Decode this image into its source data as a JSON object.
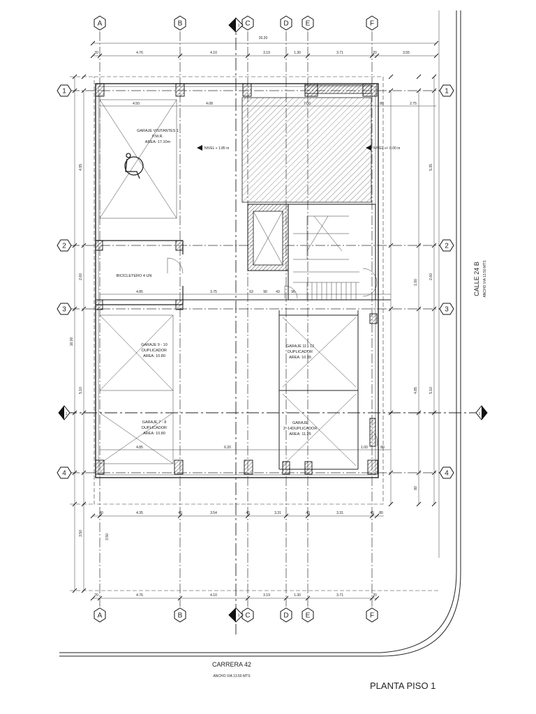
{
  "grid_columns": [
    "A",
    "B",
    "C",
    "D",
    "E",
    "F"
  ],
  "grid_rows": [
    "1",
    "2",
    "3",
    "4"
  ],
  "section_marker": "1",
  "dims": {
    "overall_top": "20.20",
    "top_chain": [
      "20",
      "4.76",
      "4.10",
      "3.19",
      "1.30",
      "3.71",
      "20",
      "3.55"
    ],
    "bottom_top_chain": [
      "40",
      "4.35",
      "40",
      "3.54",
      "40",
      "3.31",
      "40",
      "3.31",
      "40",
      "80"
    ],
    "bottom_chain": [
      "20",
      "4.76",
      "4.10",
      "3.19",
      "1.30",
      "3.71",
      "20"
    ],
    "left_overall": "16.00",
    "left_1_2": "4.95",
    "left_2_3": "2.60",
    "left_3_4": "5.10",
    "left_bottom": "3.50",
    "left_bottom_inner": "3.50",
    "right_1_2": "5.35",
    "right_2_3": "2.60",
    "right_3_4": "5.10",
    "right_inner": [
      "4.85",
      "1.00",
      "80"
    ],
    "row1": [
      "4.50",
      "4.08",
      "7.00",
      "80",
      "2.75"
    ],
    "row3": [
      "4.85",
      "3.75",
      "63",
      "90",
      "43",
      "96"
    ],
    "row4": [
      "4.85",
      "6.20",
      "1.00",
      "80"
    ]
  },
  "rooms": {
    "garaje_visitantes": [
      "GARAJE VISITANTES 1",
      "P.M.R.",
      "AREA: 17.10m"
    ],
    "bicicletero": "BICICLETERO 4 UN",
    "garaje_9_10": [
      "GARAJE 9 - 10",
      "DUPLICADOR",
      "AREA: 10.80"
    ],
    "garaje_7_8": [
      "GARAJE 7 - 8",
      "DUPLICADOR",
      "AREA: 10.80"
    ],
    "garaje_11_12": [
      "GARAJE 11 - 12",
      "DUPLICADOR",
      "AREA: 10.35"
    ],
    "garaje_13_14": [
      "GARAJE",
      "3 -14DUPLICADOR",
      "AREA: 11.25"
    ]
  },
  "levels": {
    "nivel_left": "NIVEL + 1.85 m",
    "nivel_right": "NIVEL +/- 0.00 m"
  },
  "streets": {
    "right_name": "CALLE 24 B",
    "right_width": "ANCHO VIA 13.50 MTS",
    "bottom_name": "CARRERA 42",
    "bottom_width": "ANCHO VIA 13.50 MTS"
  },
  "title": "PLANTA PISO 1"
}
